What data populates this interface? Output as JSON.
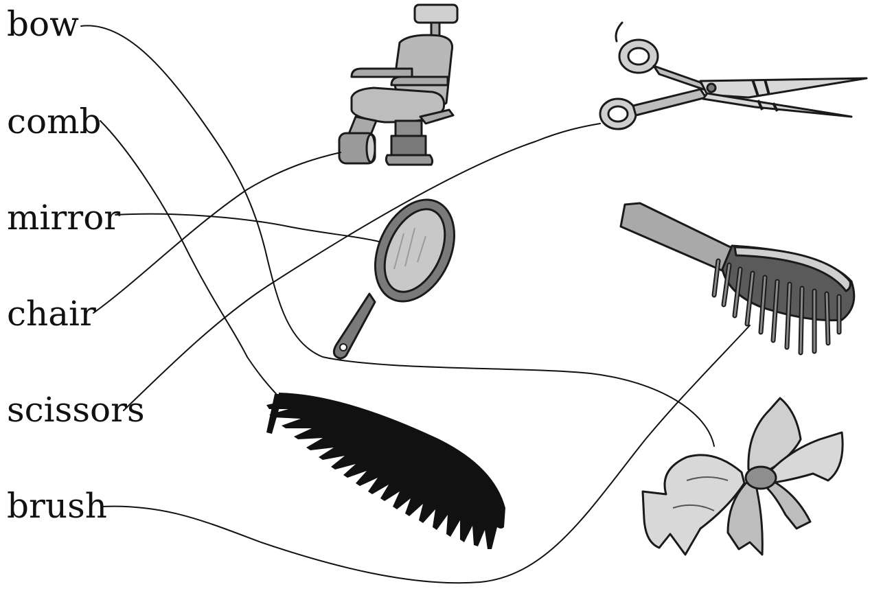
{
  "words": [
    {
      "id": "bow",
      "text": "bow"
    },
    {
      "id": "comb",
      "text": "comb"
    },
    {
      "id": "mirror",
      "text": "mirror"
    },
    {
      "id": "chair",
      "text": "chair"
    },
    {
      "id": "scissors",
      "text": "scissors"
    },
    {
      "id": "brush",
      "text": "brush"
    }
  ],
  "pictures": [
    "chair-picture",
    "scissors-picture",
    "mirror-picture",
    "brush-picture",
    "comb-picture",
    "bow-picture"
  ],
  "matches": [
    {
      "word": "bow",
      "picture": "bow-picture"
    },
    {
      "word": "comb",
      "picture": "comb-picture"
    },
    {
      "word": "mirror",
      "picture": "mirror-picture"
    },
    {
      "word": "chair",
      "picture": "chair-picture"
    },
    {
      "word": "scissors",
      "picture": "scissors-picture"
    },
    {
      "word": "brush",
      "picture": "brush-picture"
    }
  ],
  "colors": {
    "ink": "#111111",
    "fill_light": "#cfcfcf",
    "fill_mid": "#a9a9a9",
    "fill_dark": "#6f6f6f"
  }
}
